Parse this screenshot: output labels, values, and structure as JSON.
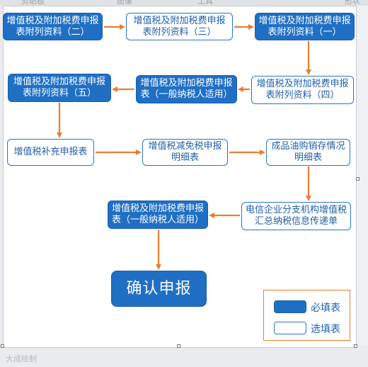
{
  "toolbar": {
    "items": [
      "剪贴板",
      "图像",
      "工具",
      "形状"
    ]
  },
  "nodes": {
    "n1": "增值税及附加税费申报表附列资料（二）",
    "n2": "增值税及附加税费申报表附列资料（三）",
    "n3": "增值税及附加税费申报表附列资料（一）",
    "n4": "增值税及附加税费申报表附列资料（四）",
    "n5": "增值税及附加税费申报表（一般纳税人适用）",
    "n6": "增值税及附加税费申报表附列资料（五）",
    "n7": "增值税补充申报表",
    "n8": "增值税减免税申报明细表",
    "n9": "成品油购销存情况明细表",
    "n10": "电信企业分支机构增值税汇总纳税信息传递单",
    "n11": "增值税及附加税费申报表（一般纳税人适用）",
    "confirm": "确认申报"
  },
  "legend": {
    "required": "必填表",
    "optional": "选填表"
  },
  "watermark": "大成绘制",
  "colors": {
    "required_fill": "#1f6fc5",
    "optional_border": "#2b74c8",
    "arrow": "#ec7d31"
  }
}
